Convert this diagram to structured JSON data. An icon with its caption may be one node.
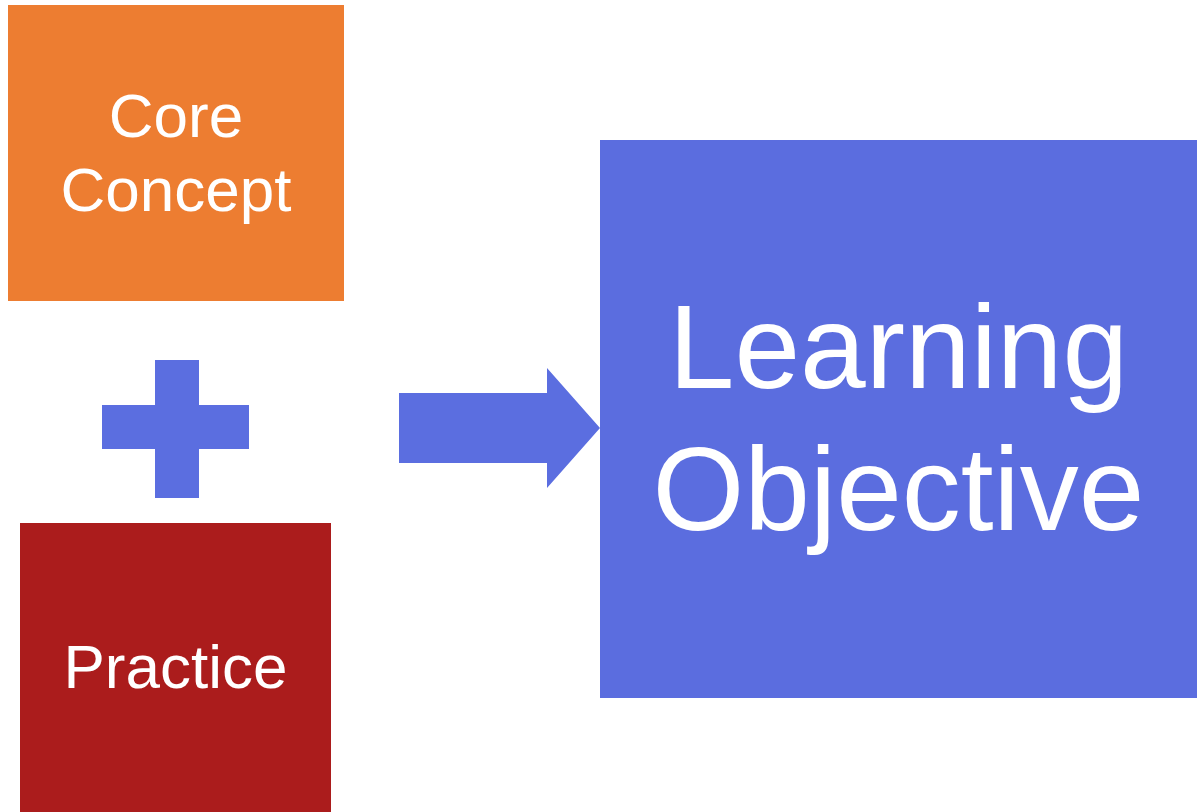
{
  "diagram": {
    "nodes": [
      {
        "text": [
          "Core Concept"
        ]
      },
      {
        "text": [
          "Practice"
        ]
      },
      {
        "text": [
          "Learning Objective"
        ]
      }
    ],
    "edges": [
      {
        "from": null,
        "to": 2,
        "arrow": "to"
      }
    ]
  }
}
